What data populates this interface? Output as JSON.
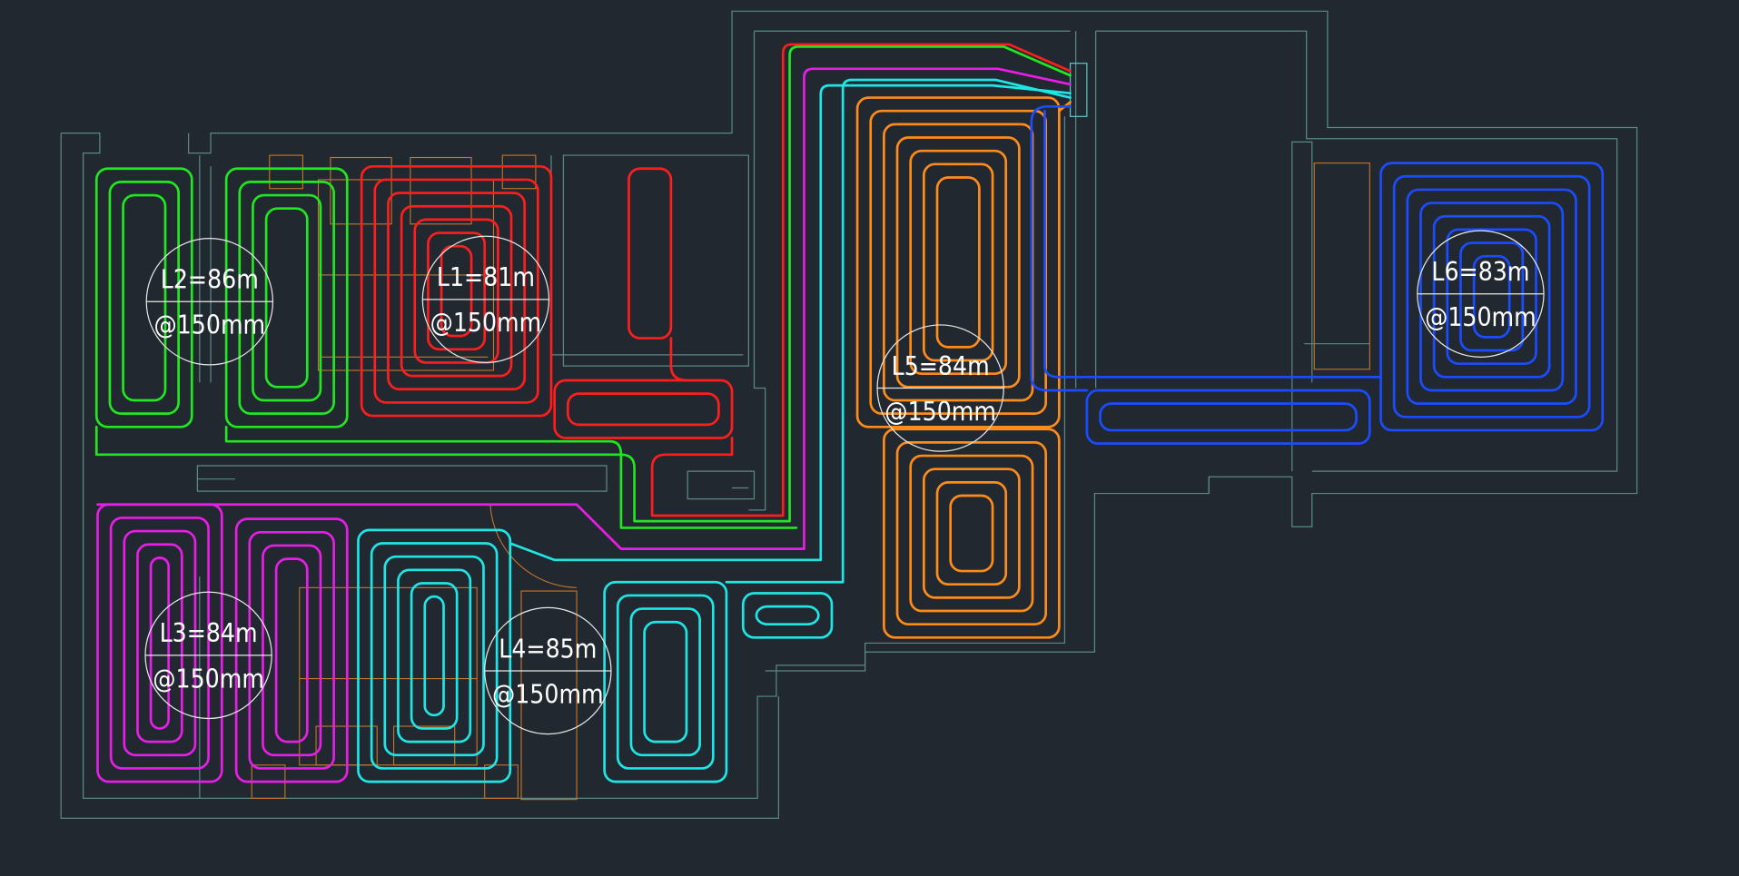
{
  "drawing": {
    "background": "#212830",
    "wall_color": "#5a8a84",
    "furniture_color": "#c8762a",
    "loops": [
      {
        "id": "L1",
        "length": "L1=81m",
        "spacing": "@150mm",
        "color": "#ff1e1e"
      },
      {
        "id": "L2",
        "length": "L2=86m",
        "spacing": "@150mm",
        "color": "#22e622"
      },
      {
        "id": "L3",
        "length": "L3=84m",
        "spacing": "@150mm",
        "color": "#e61ee6"
      },
      {
        "id": "L4",
        "length": "L4=85m",
        "spacing": "@150mm",
        "color": "#1ee6e6"
      },
      {
        "id": "L5",
        "length": "L5=84m",
        "spacing": "@150mm",
        "color": "#ff8c1a"
      },
      {
        "id": "L6",
        "length": "L6=83m",
        "spacing": "@150mm",
        "color": "#1a4dff"
      }
    ]
  }
}
